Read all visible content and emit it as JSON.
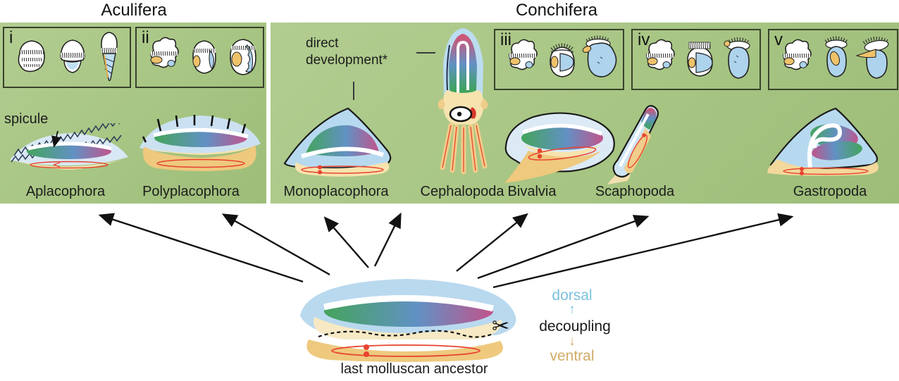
{
  "clades": {
    "aculifera": "Aculifera",
    "conchifera": "Conchifera"
  },
  "panel_numerals": [
    "i",
    "ii",
    "iii",
    "iv",
    "v"
  ],
  "taxa": [
    "Aplacophora",
    "Polyplacophora",
    "Monoplacophora",
    "Cephalopoda",
    "Bivalvia",
    "Scaphopoda",
    "Gastropoda"
  ],
  "annotations": {
    "spicule": "spicule",
    "direct_dev_1": "direct",
    "direct_dev_2": "development*",
    "decoupling": "decoupling",
    "dorsal": "dorsal",
    "ventral": "ventral",
    "ancestor": "last molluscan ancestor"
  },
  "icons": {
    "scissors": "✂",
    "arrow_up": "↑",
    "arrow_down": "↓"
  },
  "colors": {
    "panel_green": "#a7c583",
    "box_border": "#39422c",
    "shell_blue": "#b7d9ef",
    "body_cream": "#f6e3ae",
    "foot_tan": "#eec97e",
    "band_green": "#44a45c",
    "band_blue": "#6191c4",
    "band_magenta": "#c1548c",
    "gut_red": "#e8432f",
    "dorsal_text_blue": "#7bc0dd",
    "ventral_text_tan": "#d1ac66",
    "outline_black": "#1a1a1a"
  }
}
